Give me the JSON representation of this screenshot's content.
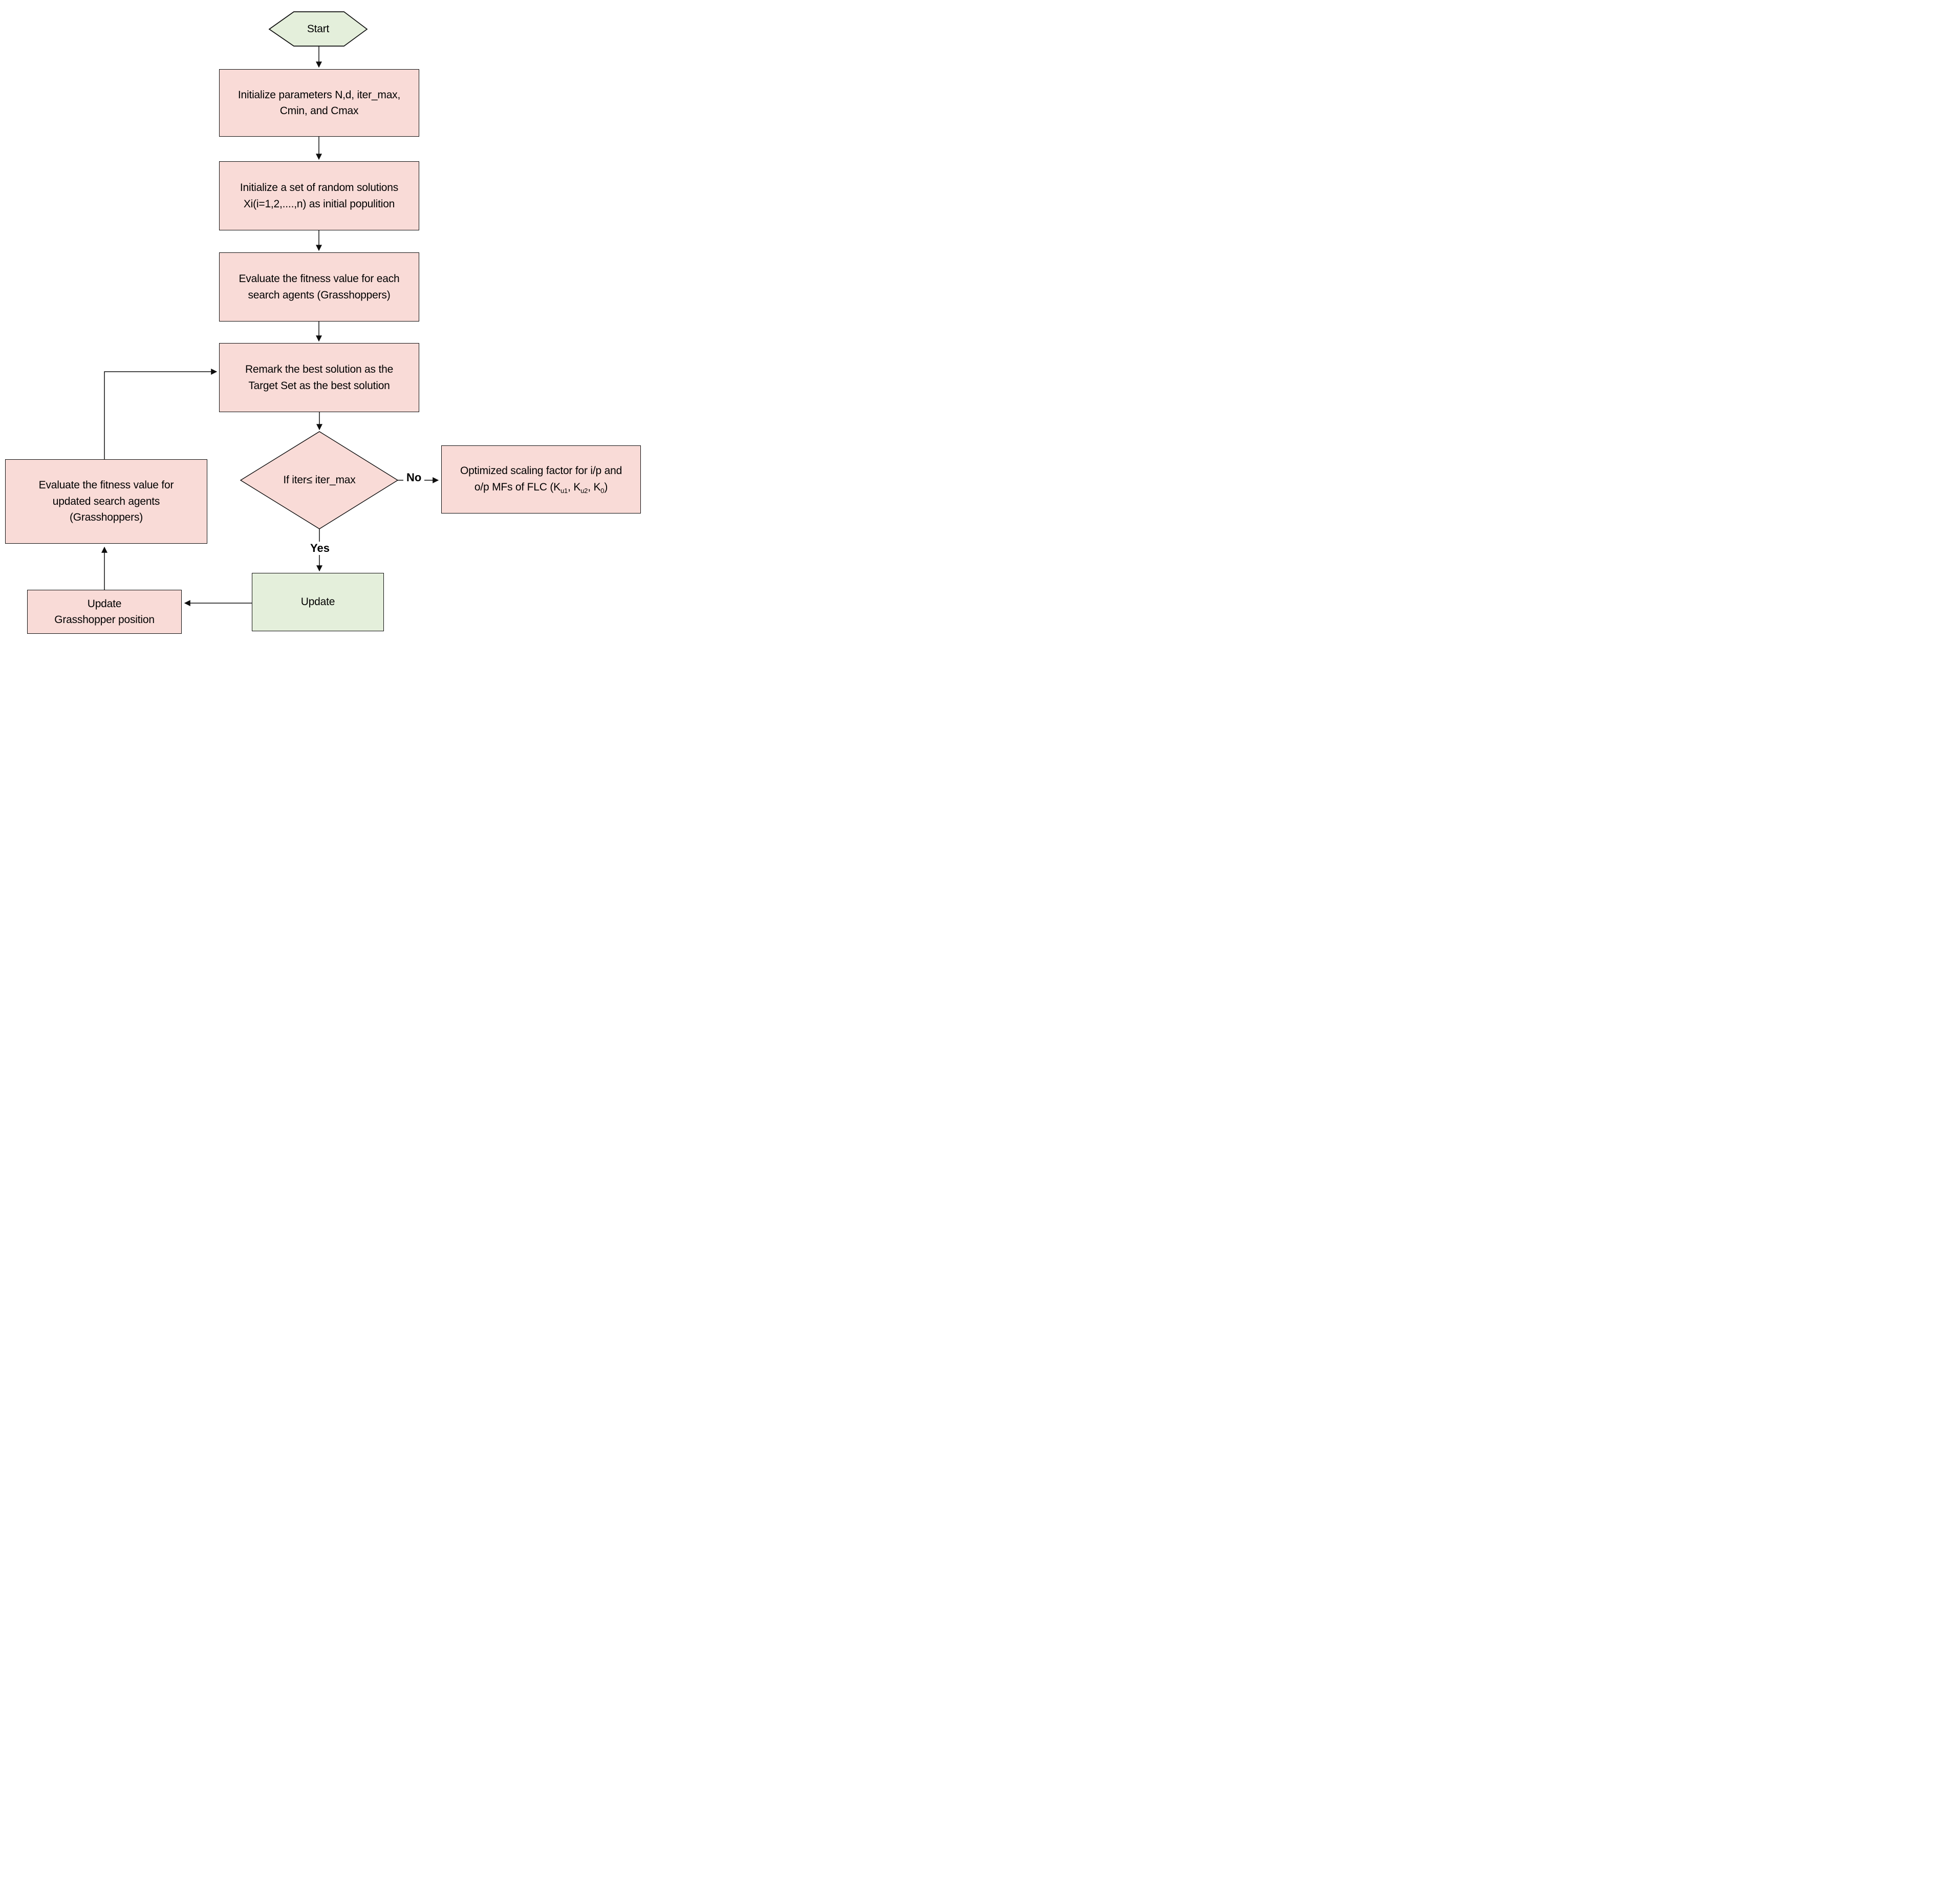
{
  "diagram": {
    "title_hint": "Grasshopper optimization flowchart",
    "start_label": "Start",
    "boxes": {
      "init_params": {
        "lines": [
          "Initialize parameters N,d, iter_max,",
          "Cmin, and Cmax"
        ]
      },
      "init_random": {
        "lines": [
          "Initialize a set of random solutions",
          "Xi(i=1,2,....,n) as initial populition"
        ]
      },
      "eval_each": {
        "lines": [
          "Evaluate the fitness value for each",
          "search agents (Grasshoppers)"
        ]
      },
      "remark_best": {
        "lines": [
          "Remark the best solution as the",
          "Target Set as the best solution"
        ]
      },
      "decision": {
        "label": "If iter≤ iter_max"
      },
      "optimized": {
        "line1": "Optimized scaling factor for i/p and",
        "l2a": "o/p MFs of FLC (K",
        "l2b": "u1",
        "l2c": ", K",
        "l2d": "u2",
        "l2e": ", K",
        "l2f": "0",
        "l2g": ")"
      },
      "eval_updated": {
        "lines": [
          "Evaluate the fitness value for",
          "updated search agents",
          "(Grasshoppers)"
        ]
      },
      "update": {
        "label": "Update"
      },
      "update_grasshopper": {
        "lines": [
          "Update",
          "Grasshopper position"
        ]
      }
    },
    "edge_labels": {
      "no": "No",
      "yes": "Yes"
    },
    "colors": {
      "node_pink": "#f9dbd7",
      "node_green": "#e4efdb",
      "border": "#0e0e0e",
      "line": "#0e0e0e"
    }
  }
}
